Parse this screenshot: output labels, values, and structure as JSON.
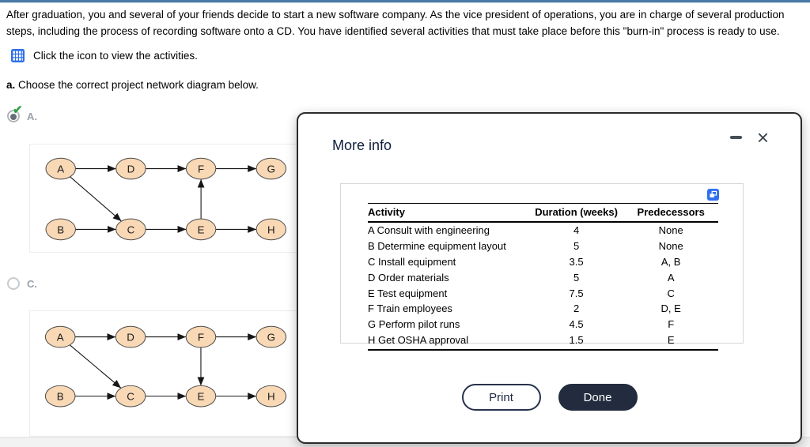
{
  "page": {
    "intro": "After graduation, you and several of your friends decide to start a new software company. As the vice president of operations, you are in charge of several production steps, including the process of recording software onto a CD. You have identified several activities that must take place before this \"burn-in\" process is ready to use.",
    "icon_instruction": "Click the icon to view the activities.",
    "question_letter": "a.",
    "question_text": "Choose the correct project network diagram below."
  },
  "options": [
    {
      "label": "A.",
      "selected": true,
      "correct": true
    },
    {
      "label": "C.",
      "selected": false,
      "correct": false
    }
  ],
  "diagrams": [
    {
      "option": "A",
      "nodes": [
        {
          "id": "A",
          "col": 0,
          "row": 0
        },
        {
          "id": "D",
          "col": 1,
          "row": 0
        },
        {
          "id": "F",
          "col": 2,
          "row": 0
        },
        {
          "id": "G",
          "col": 3,
          "row": 0
        },
        {
          "id": "B",
          "col": 0,
          "row": 1
        },
        {
          "id": "C",
          "col": 1,
          "row": 1
        },
        {
          "id": "E",
          "col": 2,
          "row": 1
        },
        {
          "id": "H",
          "col": 3,
          "row": 1
        }
      ],
      "edges": [
        [
          "A",
          "D"
        ],
        [
          "D",
          "F"
        ],
        [
          "F",
          "G"
        ],
        [
          "A",
          "C"
        ],
        [
          "B",
          "C"
        ],
        [
          "C",
          "E"
        ],
        [
          "E",
          "H"
        ],
        [
          "E",
          "F"
        ]
      ]
    },
    {
      "option": "C",
      "nodes": [
        {
          "id": "A",
          "col": 0,
          "row": 0
        },
        {
          "id": "D",
          "col": 1,
          "row": 0
        },
        {
          "id": "F",
          "col": 2,
          "row": 0
        },
        {
          "id": "G",
          "col": 3,
          "row": 0
        },
        {
          "id": "B",
          "col": 0,
          "row": 1
        },
        {
          "id": "C",
          "col": 1,
          "row": 1
        },
        {
          "id": "E",
          "col": 2,
          "row": 1
        },
        {
          "id": "H",
          "col": 3,
          "row": 1
        }
      ],
      "edges": [
        [
          "A",
          "D"
        ],
        [
          "D",
          "F"
        ],
        [
          "F",
          "G"
        ],
        [
          "A",
          "C"
        ],
        [
          "B",
          "C"
        ],
        [
          "C",
          "E"
        ],
        [
          "E",
          "H"
        ],
        [
          "F",
          "E"
        ]
      ]
    }
  ],
  "modal": {
    "title": "More info",
    "close_glyph": "×",
    "table": {
      "headers": [
        "Activity",
        "Duration (weeks)",
        "Predecessors"
      ],
      "rows": [
        [
          "A Consult with engineering",
          "4",
          "None"
        ],
        [
          "B Determine equipment layout",
          "5",
          "None"
        ],
        [
          "C Install equipment",
          "3.5",
          "A, B"
        ],
        [
          "D Order materials",
          "5",
          "A"
        ],
        [
          "E Test equipment",
          "7.5",
          "C"
        ],
        [
          "F Train employees",
          "2",
          "D, E"
        ],
        [
          "G Perform pilot runs",
          "4.5",
          "F"
        ],
        [
          "H Get OSHA approval",
          "1.5",
          "E"
        ]
      ]
    },
    "print_label": "Print",
    "done_label": "Done"
  },
  "colors": {
    "accent_blue": "#2f6fed",
    "topbar_blue": "#4b7aa5",
    "node_fill": "#f8d8b5",
    "node_border": "#4a4a4a",
    "check_green": "#2f9e44",
    "done_button": "#222c3e"
  }
}
